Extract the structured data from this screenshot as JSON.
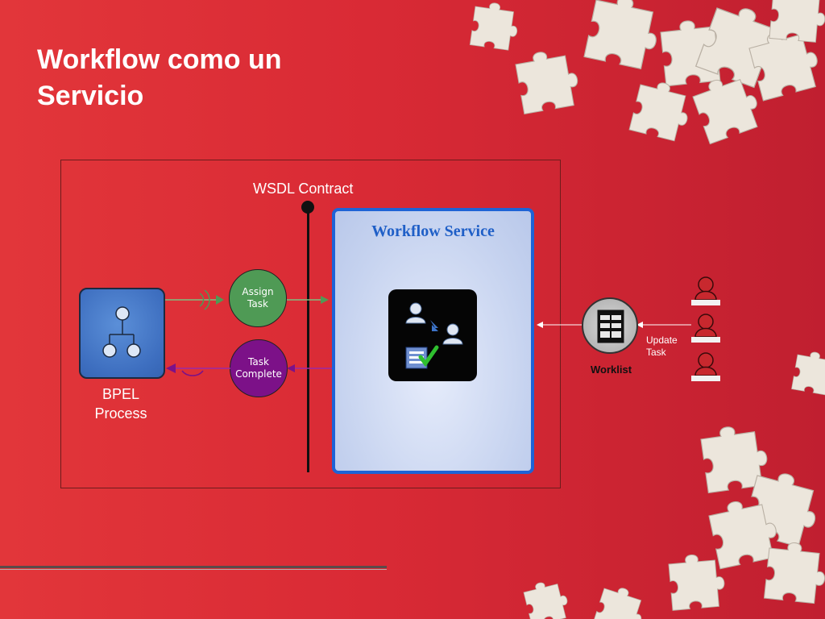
{
  "slide": {
    "title": "Workflow como un Servicio"
  },
  "diagram": {
    "wsdl_label": "WSDL Contract",
    "service_title": "Workflow Service",
    "bpel_label_line1": "BPEL",
    "bpel_label_line2": "Process",
    "assign_task": "Assign\nTask",
    "task_complete": "Task\nComplete",
    "worklist_label": "Worklist",
    "update_task": "Update\nTask"
  },
  "icons": {
    "puzzle": "puzzle-piece-icon",
    "bpel": "process-tree-icon",
    "task_assign": "user-assign-icon",
    "approval": "checklist-approved-icon",
    "worklist": "worklist-icon",
    "user": "user-icon"
  },
  "colors": {
    "background": "#d92a35",
    "service_border": "#1e63d6",
    "assign": "#4f9a55",
    "complete": "#7c1188"
  }
}
